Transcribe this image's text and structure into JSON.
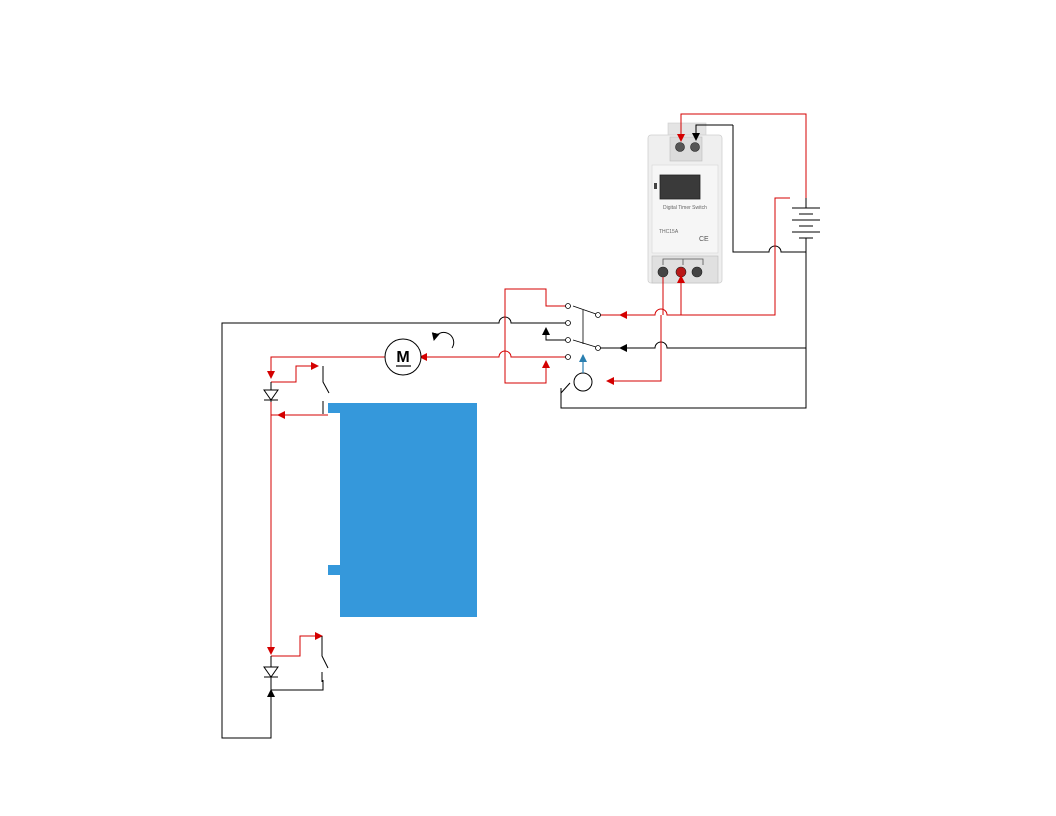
{
  "motor": {
    "label": "M"
  },
  "timer": {
    "name": "Digital Timer Switch",
    "model": "THC15A",
    "mark": "CE"
  },
  "colors": {
    "power_wire": "#d40000",
    "return_wire": "#000000",
    "tank": "#3598db",
    "sensor_arrow": "#2a7fb0",
    "device_body": "#eeeeee"
  }
}
